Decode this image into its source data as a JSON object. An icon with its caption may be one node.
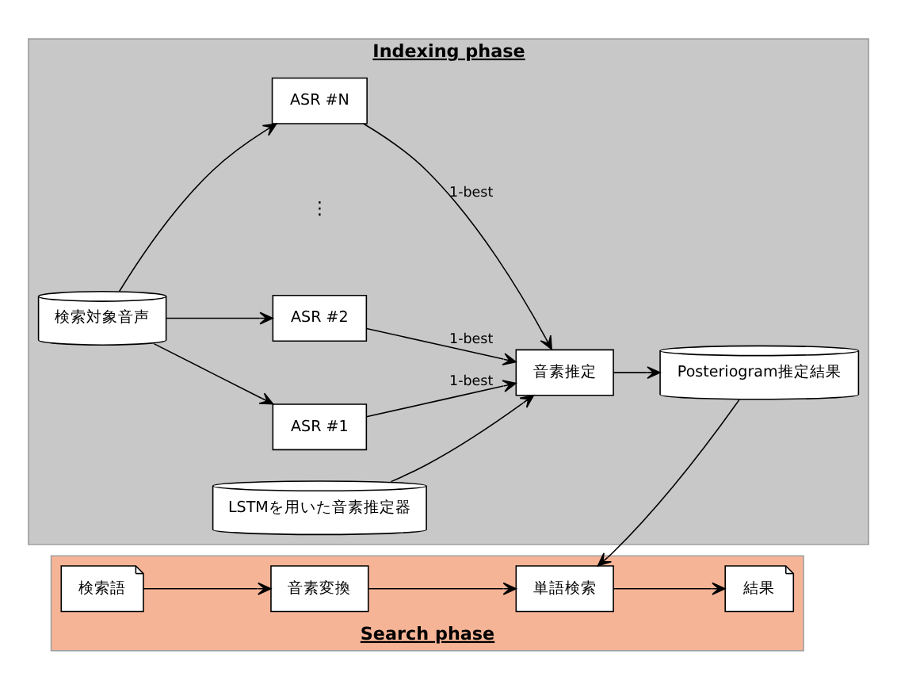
{
  "diagram": {
    "nodes": [
      {
        "text": [
          "Indexing phase"
        ]
      },
      {
        "text": [
          "検索対象音声"
        ],
        "in": 0
      },
      {
        "text": [
          "ASR #1"
        ],
        "in": 0
      },
      {
        "text": [
          "ASR #2"
        ],
        "in": 0
      },
      {
        "text": [
          "ASR #N"
        ],
        "in": 0
      },
      {
        "text": [
          "音素推定"
        ],
        "in": 0
      },
      {
        "text": [
          "LSTMを用いた音素推定器"
        ],
        "in": 0
      },
      {
        "text": [
          "Posteriogram推定結果"
        ],
        "in": 0
      },
      {
        "text": [
          "Search phase"
        ]
      },
      {
        "text": [
          "検索語"
        ],
        "in": 8
      },
      {
        "text": [
          "音素変換"
        ],
        "in": 8
      },
      {
        "text": [
          "単語検索"
        ],
        "in": 8
      },
      {
        "text": [
          "結果"
        ],
        "in": 8
      }
    ],
    "edges": [
      {
        "from": 1,
        "to": 2,
        "arrow": "to"
      },
      {
        "from": 1,
        "to": 3,
        "arrow": "to"
      },
      {
        "from": 1,
        "to": 4,
        "arrow": "to"
      },
      {
        "from": 2,
        "to": 5,
        "arrow": "to",
        "label": "1-best"
      },
      {
        "from": 3,
        "to": 5,
        "arrow": "to",
        "label": "1-best"
      },
      {
        "from": 4,
        "to": 5,
        "arrow": "to",
        "label": "1-best"
      },
      {
        "from": 6,
        "to": 5,
        "arrow": "to"
      },
      {
        "from": 5,
        "to": 7,
        "arrow": "to"
      },
      {
        "from": 7,
        "to": 11,
        "arrow": "to"
      },
      {
        "from": 9,
        "to": 10,
        "arrow": "to"
      },
      {
        "from": 10,
        "to": 11,
        "arrow": "to"
      },
      {
        "from": 11,
        "to": 12,
        "arrow": "to"
      }
    ],
    "labels": [
      "⋮"
    ]
  }
}
